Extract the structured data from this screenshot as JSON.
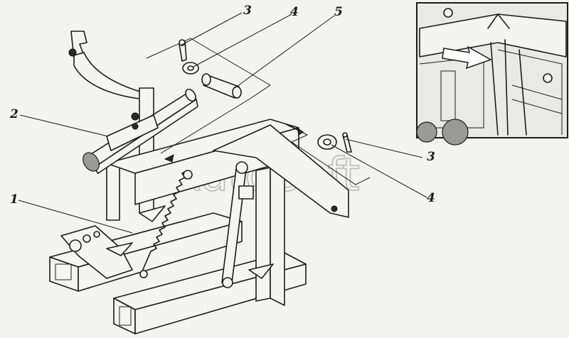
{
  "callouts": {
    "c1": "1",
    "c2": "2",
    "c3_top": "3",
    "c4_top": "4",
    "c5": "5",
    "c3_right": "3",
    "c4_right": "4"
  },
  "watermark": "AutoSoft",
  "colors": {
    "background": "#f3f3f1",
    "ink": "#1c1c1c",
    "watermark": "#b9b9b9"
  },
  "icons": {
    "inset_arrow": "arrow-right-icon"
  }
}
